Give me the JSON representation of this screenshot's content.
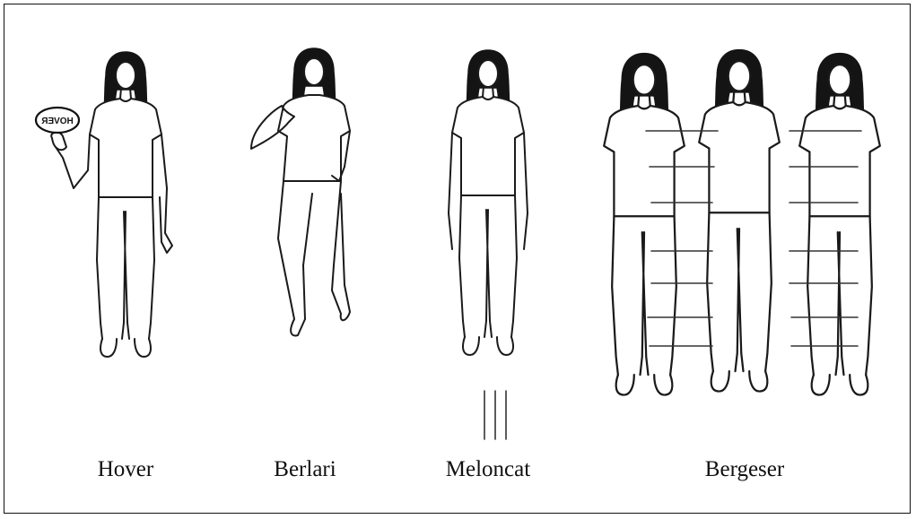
{
  "figures": [
    {
      "caption": "Hover",
      "gesture_label": "HOVER"
    },
    {
      "caption": "Berlari"
    },
    {
      "caption": "Meloncat"
    },
    {
      "caption": "Bergeser"
    }
  ]
}
